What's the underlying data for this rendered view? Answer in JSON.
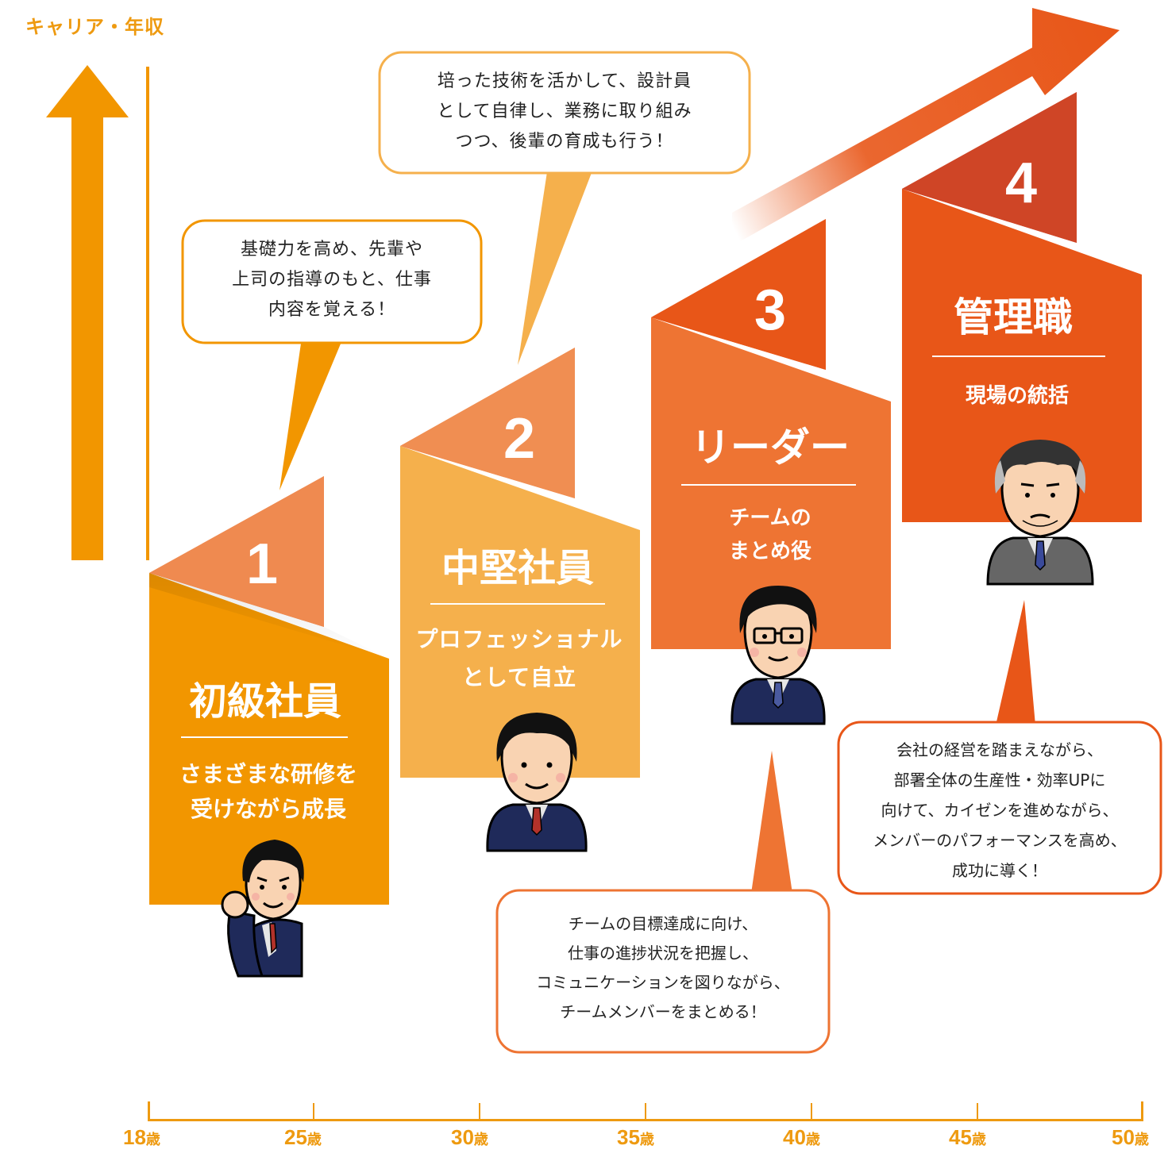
{
  "y_axis_label": "キャリア・年収",
  "colors": {
    "orange": "#f29600",
    "light_orange": "#f5b04c",
    "coral": "#ee7433",
    "red_orange": "#e85618",
    "dark_red": "#cf4526",
    "tab1": "#ef8a50",
    "tab2": "#f08e52",
    "axis": "#ee9a10"
  },
  "stages": [
    {
      "number": "1",
      "title": "初級社員",
      "subtitle": "さまざまな研修を\n受けながら成長"
    },
    {
      "number": "2",
      "title": "中堅社員",
      "subtitle": "プロフェッショナル\nとして自立"
    },
    {
      "number": "3",
      "title": "リーダー",
      "subtitle": "チームの\nまとめ役"
    },
    {
      "number": "4",
      "title": "管理職",
      "subtitle": "現場の統括"
    }
  ],
  "bubbles": [
    {
      "text": "基礎力を高め、先輩や\n上司の指導のもと、仕事\n内容を覚える！"
    },
    {
      "text": "培った技術を活かして、設計員\nとして自律し、業務に取り組み\nつつ、後輩の育成も行う！"
    },
    {
      "text": "チームの目標達成に向け、\n仕事の進捗状況を把握し、\nコミュニケーションを図りながら、\nチームメンバーをまとめる！"
    },
    {
      "text": "会社の経営を踏まえながら、\n部署全体の生産性・効率UPに\n向けて、カイゼンを進めながら、\nメンバーのパフォーマンスを高め、\n成功に導く！"
    }
  ],
  "x_axis": {
    "unit": "歳",
    "ticks": [
      "18",
      "25",
      "30",
      "35",
      "40",
      "45",
      "50"
    ]
  }
}
